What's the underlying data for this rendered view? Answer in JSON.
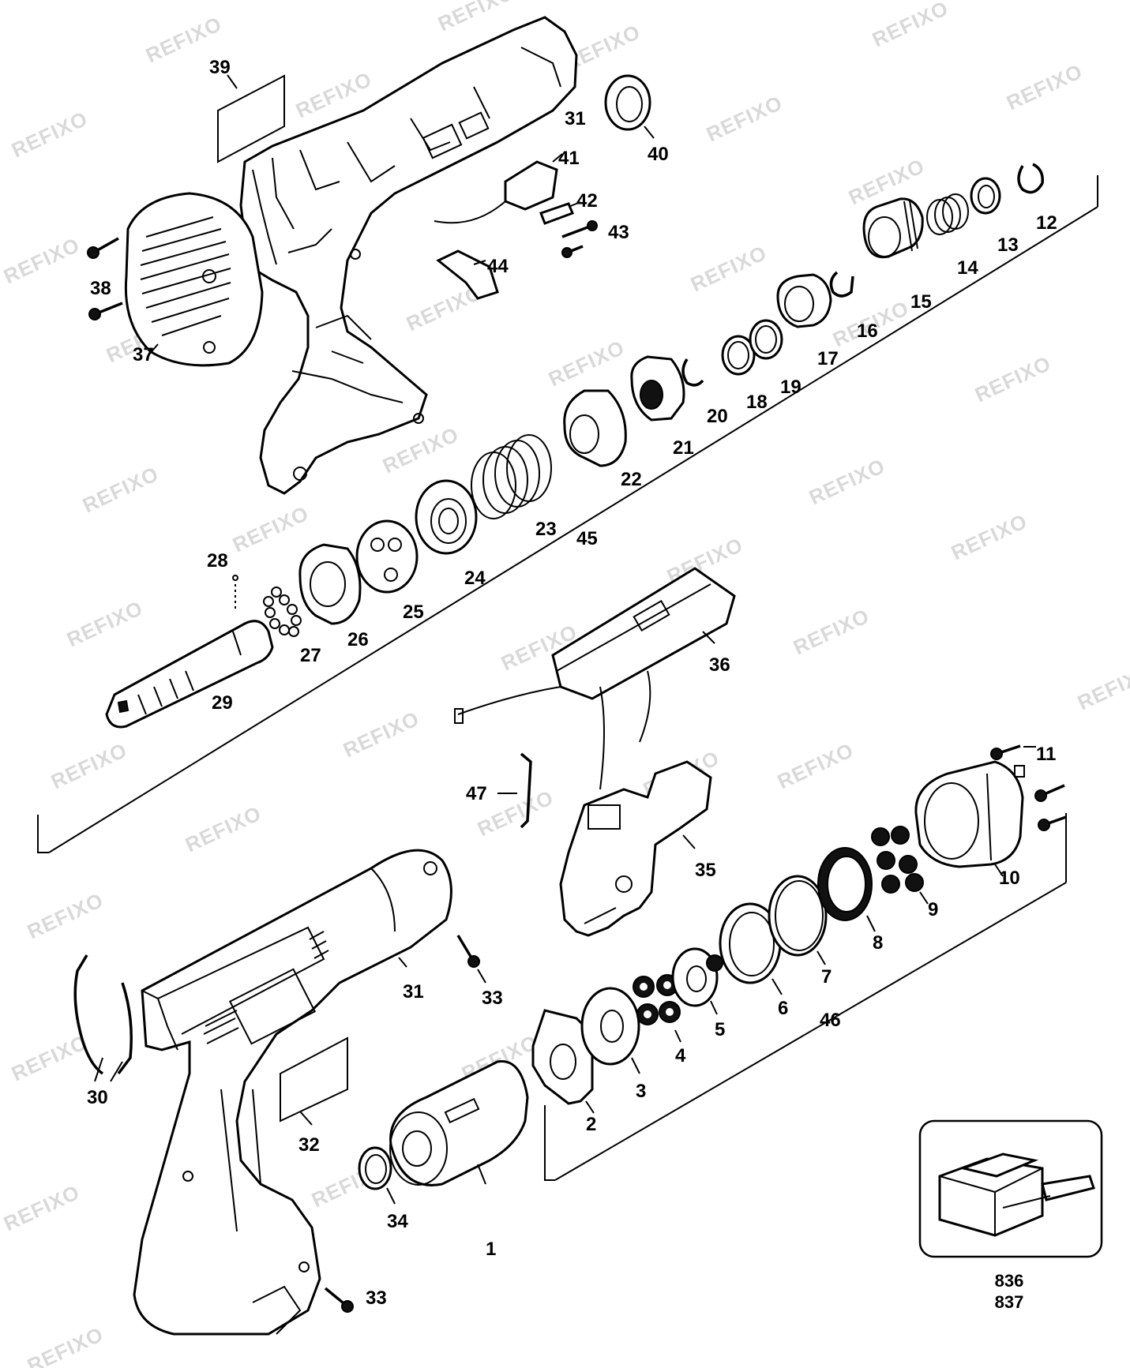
{
  "watermark": "REFIXO",
  "model_numbers": [
    "836",
    "837"
  ],
  "part_labels": [
    "1",
    "2",
    "3",
    "4",
    "5",
    "6",
    "7",
    "8",
    "9",
    "10",
    "11",
    "12",
    "13",
    "14",
    "15",
    "16",
    "17",
    "18",
    "19",
    "20",
    "21",
    "22",
    "23",
    "24",
    "25",
    "26",
    "27",
    "28",
    "29",
    "30",
    "31",
    "31",
    "32",
    "33",
    "33",
    "34",
    "35",
    "36",
    "37",
    "38",
    "39",
    "40",
    "41",
    "42",
    "43",
    "44",
    "45",
    "46",
    "47"
  ],
  "icons": {
    "toolbox": "toolbox-icon"
  }
}
